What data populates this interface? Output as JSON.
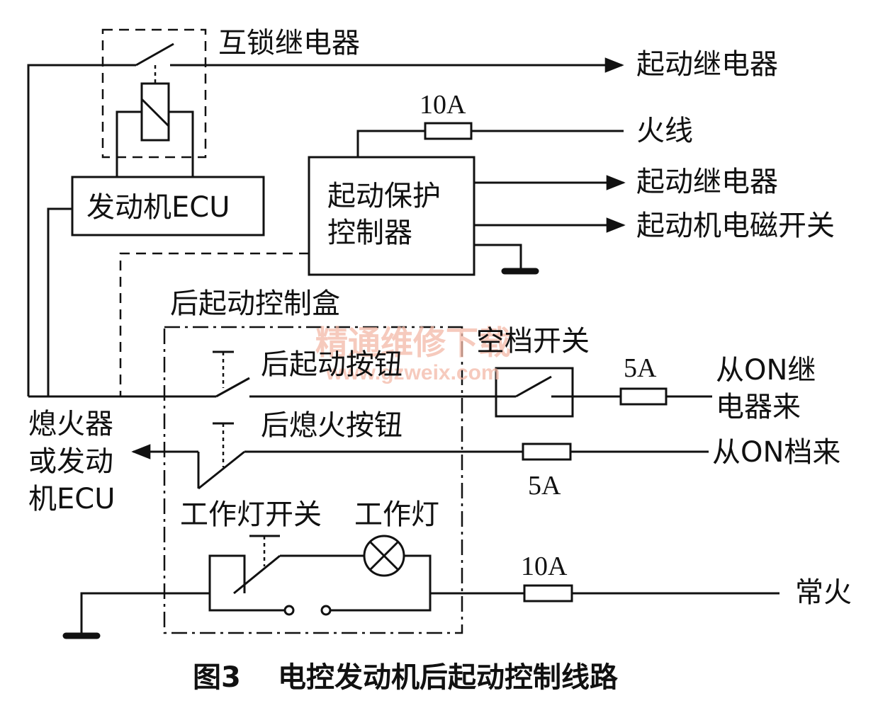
{
  "labels": {
    "interlock_relay": "互锁继电器",
    "start_relay_1": "起动继电器",
    "live_wire": "火线",
    "start_relay_2": "起动继电器",
    "starter_solenoid": "起动机电磁开关",
    "engine_ecu": "发动机ECU",
    "start_protect_line1": "起动保护",
    "start_protect_line2": "控制器",
    "rear_start_box": "后起动控制盒",
    "neutral_switch": "空档开关",
    "rear_start_button": "后起动按钮",
    "from_on_relay_line1": "从ON继",
    "from_on_relay_line2": "电器来",
    "rear_stop_button": "后熄火按钮",
    "from_on_position": "从ON档来",
    "shutoff_line1": "熄火器",
    "shutoff_line2": "或发动",
    "shutoff_line3": "机ECU",
    "work_light_switch": "工作灯开关",
    "work_light": "工作灯",
    "constant_power": "常火"
  },
  "fuses": {
    "live_wire_fuse": "10A",
    "on_relay_fuse": "5A",
    "on_position_fuse": "5A",
    "constant_fuse": "10A"
  },
  "caption": {
    "figure_no": "图3",
    "title": "电控发动机后起动控制线路"
  },
  "watermark": {
    "cn": "精通维修下载",
    "url": "www.gzweix.com"
  }
}
